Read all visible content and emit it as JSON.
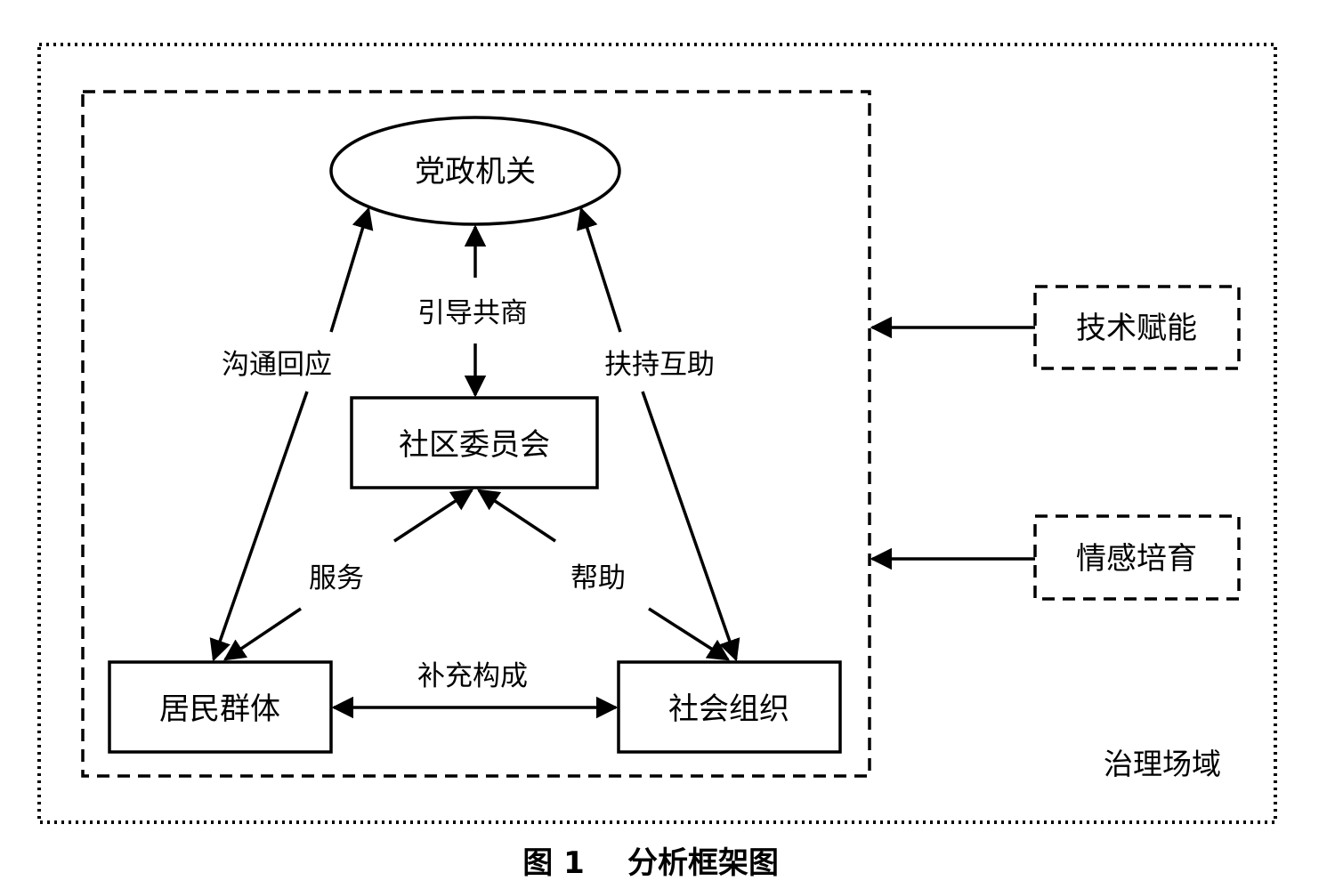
{
  "nodes": {
    "party_gov": "党政机关",
    "community_committee": "社区委员会",
    "residents": "居民群体",
    "social_org": "社会组织",
    "tech_empower": "技术赋能",
    "emotion_cultivate": "情感培育"
  },
  "relations": {
    "guide": "引导共商",
    "communicate": "沟通回应",
    "support": "扶持互助",
    "service": "服务",
    "help": "帮助",
    "complement": "补充构成"
  },
  "field_label": "治理场域",
  "caption": {
    "number": "图 1",
    "title": "分析框架图"
  }
}
